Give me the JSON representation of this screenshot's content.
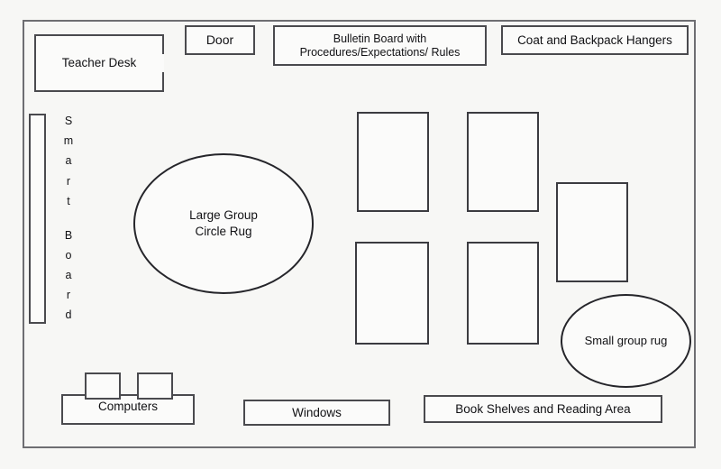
{
  "diagram": {
    "title": "Classroom Layout Diagram",
    "background_color": "#f7f7f5",
    "line_color": "#4a4a4e",
    "room_border_color": "#6e6e72"
  },
  "room": {
    "teacher_desk": {
      "label": "Teacher Desk"
    },
    "door": {
      "label": "Door"
    },
    "bulletin_board": {
      "label": "Bulletin Board with\nProcedures/Expectations/ Rules"
    },
    "coat_hangers": {
      "label": "Coat and Backpack Hangers"
    },
    "smart_board": {
      "label": "Smart Board",
      "letters": [
        "S",
        "m",
        "a",
        "r",
        "t",
        "",
        "B",
        "o",
        "a",
        "r",
        "d"
      ]
    },
    "large_group_rug": {
      "label": "Large Group\nCircle Rug"
    },
    "small_group_rug": {
      "label": "Small group rug"
    },
    "computers": {
      "label": "Computers",
      "monitor_count": 2
    },
    "windows": {
      "label": "Windows"
    },
    "book_shelves": {
      "label": "Book Shelves and Reading Area"
    },
    "student_desks": [
      {
        "name": "desk-1",
        "label": ""
      },
      {
        "name": "desk-2",
        "label": ""
      },
      {
        "name": "desk-3",
        "label": ""
      },
      {
        "name": "desk-4",
        "label": ""
      },
      {
        "name": "desk-5",
        "label": ""
      }
    ]
  }
}
